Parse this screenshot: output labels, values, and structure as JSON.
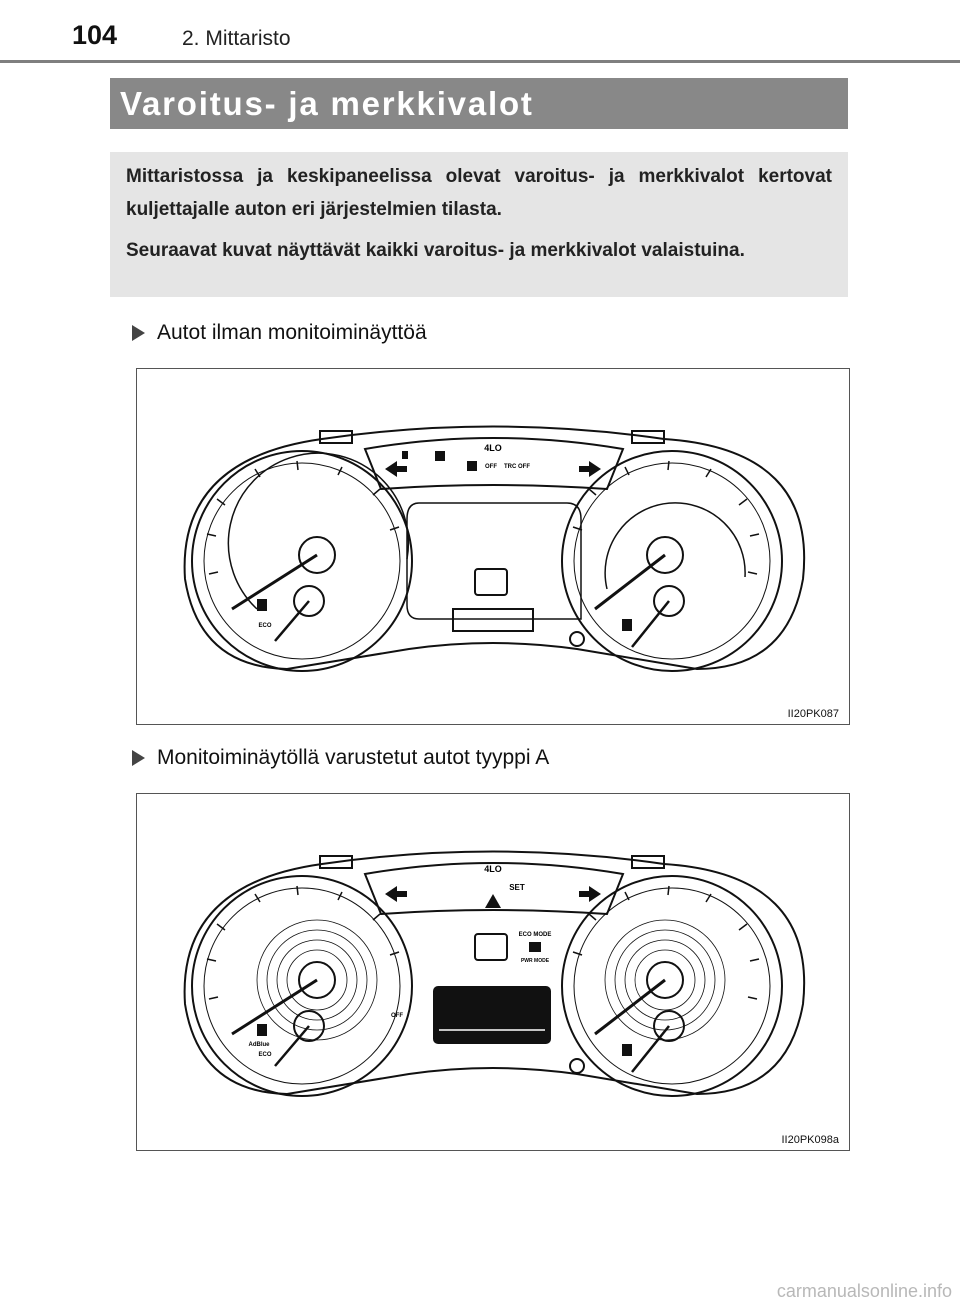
{
  "header": {
    "page_number": "104",
    "chapter": "2. Mittaristo"
  },
  "section": {
    "title": "Varoitus- ja merkkivalot"
  },
  "intro": {
    "paragraph_1": "Mittaristossa ja keskipaneelissa olevat varoitus- ja merkkivalot kertovat kuljettajalle auton eri järjestelmien tilasta.",
    "paragraph_2": "Seuraavat kuvat näyttävät kaikki varoitus- ja merkkivalot valaistuina."
  },
  "figures": [
    {
      "caption": "Autot ilman monitoiminäyttöä",
      "code": "II20PK087",
      "indicator_labels": [
        "4LO",
        "OFF",
        "TRC OFF",
        "ECO"
      ]
    },
    {
      "caption": "Monitoiminäytöllä varustetut autot tyyppi A",
      "code": "II20PK098a",
      "indicator_labels": [
        "4LO",
        "SET",
        "ECO MODE",
        "PWR MODE",
        "AdBlue",
        "ECO",
        "OFF"
      ]
    }
  ],
  "footer": {
    "watermark": "carmanualsonline.info"
  },
  "colors": {
    "title_bar": "#888888",
    "intro_box": "#e5e5e5",
    "rule": "#7f7f7f"
  }
}
